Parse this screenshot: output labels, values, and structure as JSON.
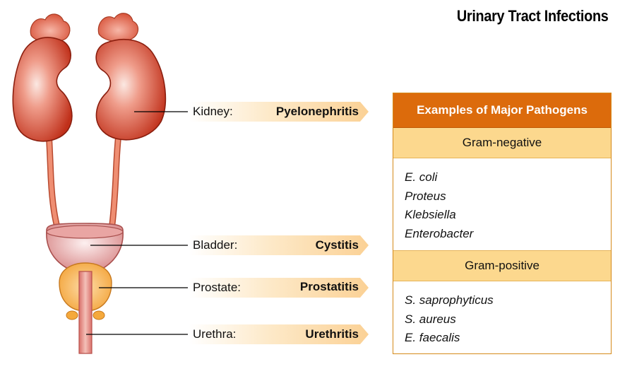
{
  "title": "Urinary Tract Infections",
  "sites": [
    {
      "organ": "Kidney:",
      "disease": "Pyelonephritis"
    },
    {
      "organ": "Bladder:",
      "disease": "Cystitis"
    },
    {
      "organ": "Prostate:",
      "disease": "Prostatitis"
    },
    {
      "organ": "Urethra:",
      "disease": "Urethritis"
    }
  ],
  "pathogens": {
    "header": "Examples of Major Pathogens",
    "groups": [
      {
        "name": "Gram-negative",
        "items": [
          "E. coli",
          "Proteus",
          "Klebsiella",
          "Enterobacter"
        ]
      },
      {
        "name": "Gram-positive",
        "items": [
          "S. saprophyticus",
          "S. aureus",
          "E. faecalis"
        ]
      }
    ]
  },
  "colors": {
    "kidney": "#c0301a",
    "bladder": "#d98a8a",
    "prostate": "#f3a43a",
    "table_header": "#dc6b0c",
    "table_group": "#fcd88e",
    "arrow": "#fbd79c"
  }
}
